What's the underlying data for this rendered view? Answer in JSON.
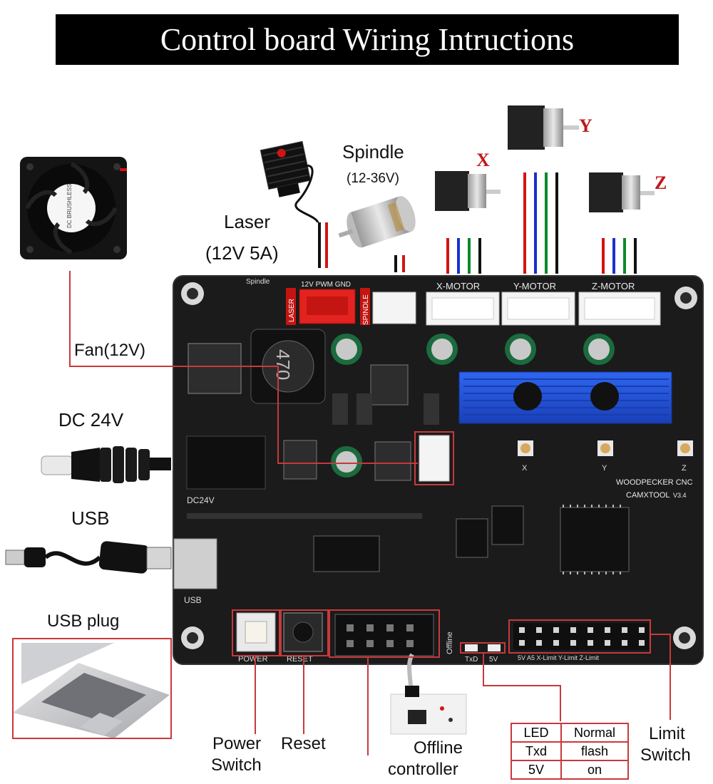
{
  "title": "Control board Wiring Intructions",
  "labels": {
    "laser": "Laser",
    "laser_spec": "(12V 5A)",
    "spindle": "Spindle",
    "spindle_spec": "(12-36V)",
    "fan": "Fan(12V)",
    "dc": "DC 24V",
    "usb": "USB",
    "usb_plug": "USB plug",
    "power_switch_1": "Power",
    "power_switch_2": "Switch",
    "reset": "Reset",
    "offline_1": "Offline",
    "offline_2": "controller",
    "limit_1": "Limit",
    "limit_2": "Switch"
  },
  "axes": {
    "x": "X",
    "y": "Y",
    "z": "Z"
  },
  "board": {
    "x_motor": "X-MOTOR",
    "y_motor": "Y-MOTOR",
    "z_motor": "Z-MOTOR",
    "laser_port": "LASER",
    "laser_pins": "12V PWM GND",
    "spindle_port": "SPINDLE",
    "spindle_top": "Spindle",
    "dc24v": "DC24V",
    "usb_port": "USB",
    "power_port": "POWER",
    "reset_port": "RESET",
    "offline_port": "Offline",
    "txd": "TxD",
    "v5": "5V",
    "brand_1": "WOODPECKER CNC",
    "brand_2": "CAMXTOOL",
    "version": "V3.4",
    "inductor": "470",
    "limit_pins": "5V A5 X-Limit Y-Limit Z-Limit",
    "pot_x": "X",
    "pot_y": "Y",
    "pot_z": "Z",
    "fan_label": "DC BRUSHLESS"
  },
  "led_table": {
    "header": [
      "LED",
      "Normal"
    ],
    "rows": [
      [
        "Txd",
        "flash"
      ],
      [
        "5V",
        "on"
      ]
    ]
  },
  "colors": {
    "callout": "#c8393c",
    "board": "#1b1b1b",
    "heatsink": "#1f4fd6",
    "axis_letter": "#c0181e",
    "wire_red": "#d31313",
    "wire_blue": "#1a2fd0",
    "wire_green": "#0b8a2a",
    "wire_black": "#111111"
  }
}
